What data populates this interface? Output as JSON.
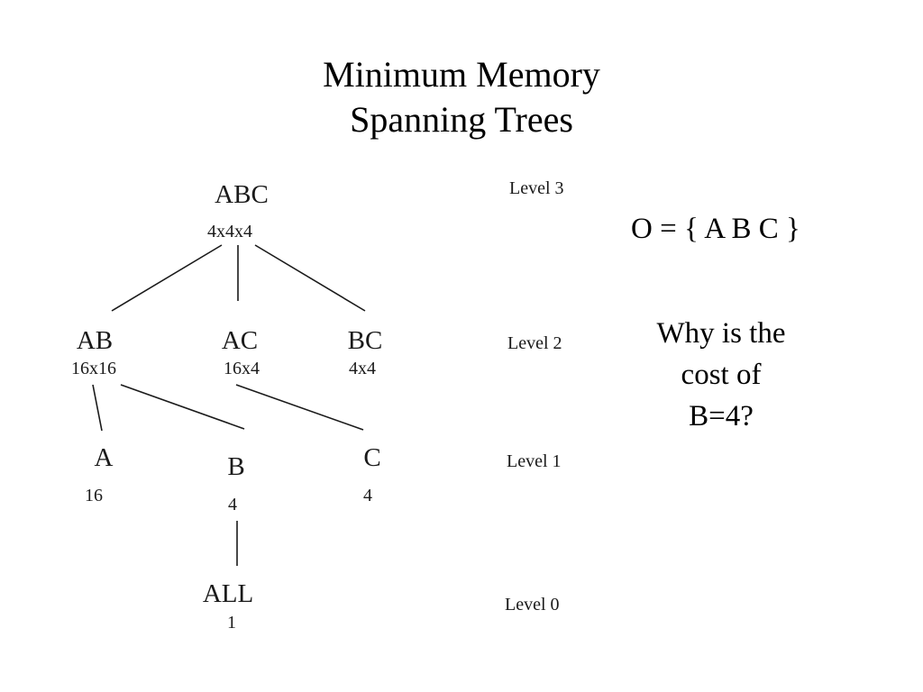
{
  "title": {
    "line1": "Minimum Memory",
    "line2": "Spanning Trees"
  },
  "order": "O = { A B C }",
  "question": {
    "line1": "Why is the",
    "line2": "cost of",
    "line3": "B=4?"
  },
  "levels": {
    "level3": "Level 3",
    "level2": "Level 2",
    "level1": "Level 1",
    "level0": "Level 0"
  },
  "nodes": {
    "ABC": {
      "label": "ABC",
      "size": "4x4x4"
    },
    "AB": {
      "label": "AB",
      "size": "16x16"
    },
    "AC": {
      "label": "AC",
      "size": "16x4"
    },
    "BC": {
      "label": "BC",
      "size": "4x4"
    },
    "A": {
      "label": "A",
      "size": "16"
    },
    "B": {
      "label": "B",
      "size": "4"
    },
    "C": {
      "label": "C",
      "size": "4"
    },
    "ALL": {
      "label": "ALL",
      "size": "1"
    }
  },
  "edges": [
    [
      "ABC",
      "AB"
    ],
    [
      "ABC",
      "AC"
    ],
    [
      "ABC",
      "BC"
    ],
    [
      "AB",
      "A"
    ],
    [
      "AB",
      "B"
    ],
    [
      "AC",
      "C"
    ],
    [
      "B",
      "ALL"
    ]
  ]
}
